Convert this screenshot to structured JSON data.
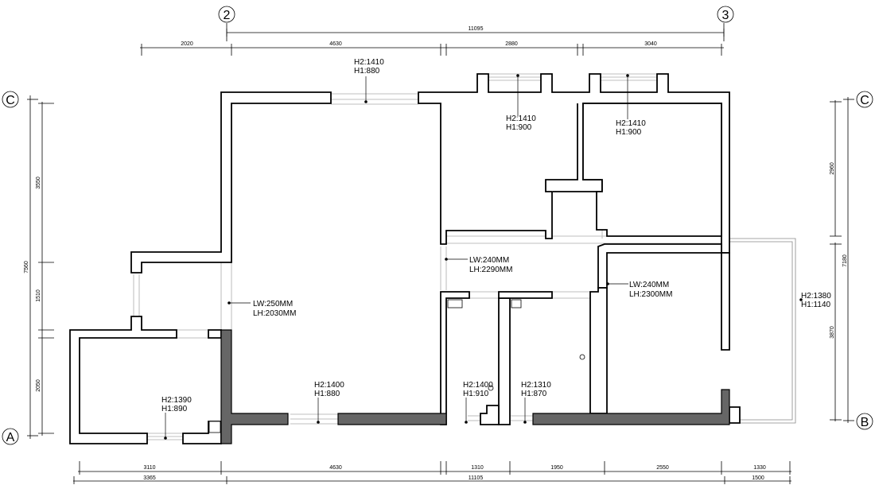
{
  "grid_axes": {
    "top_left": "2",
    "top_right": "3",
    "left_top": "C",
    "left_bottom": "A",
    "right_top": "C",
    "right_bottom": "B"
  },
  "dimensions": {
    "top_total": "11095",
    "top": [
      "2020",
      "4630",
      "2880",
      "3040"
    ],
    "bottom_inner": [
      "3110",
      "4630",
      "1310",
      "1950",
      "2550",
      "1330"
    ],
    "bottom_outer": [
      "3365",
      "11105",
      "1500"
    ],
    "left_total": "7560",
    "left": [
      "3550",
      "1510",
      "2050"
    ],
    "right_total": "7180",
    "right": [
      "2960",
      "3870"
    ]
  },
  "labels": {
    "top_window": [
      "H2:1410",
      "H1:880"
    ],
    "room1_window": [
      "H2:1410",
      "H1:900"
    ],
    "room2_window": [
      "H2:1410",
      "H1:900"
    ],
    "lw250": [
      "LW:250MM",
      "LH:2030MM"
    ],
    "lw240a": [
      "LW:240MM",
      "LH:2290MM"
    ],
    "lw240b": [
      "LW:240MM",
      "LH:2300MM"
    ],
    "balcony": [
      "H2:1380",
      "H1:1140"
    ],
    "bottom_left_window": [
      "H2:1390",
      "H1:890"
    ],
    "bottom_window": [
      "H2:1400",
      "H1:880"
    ],
    "bath1_window": [
      "H2:1400",
      "H1:910"
    ],
    "bath2_window": [
      "H2:1310",
      "H1:870"
    ]
  },
  "colors": {
    "line": "#000000",
    "wall_fill": "#666666",
    "window_line": "#aaaaaa"
  }
}
